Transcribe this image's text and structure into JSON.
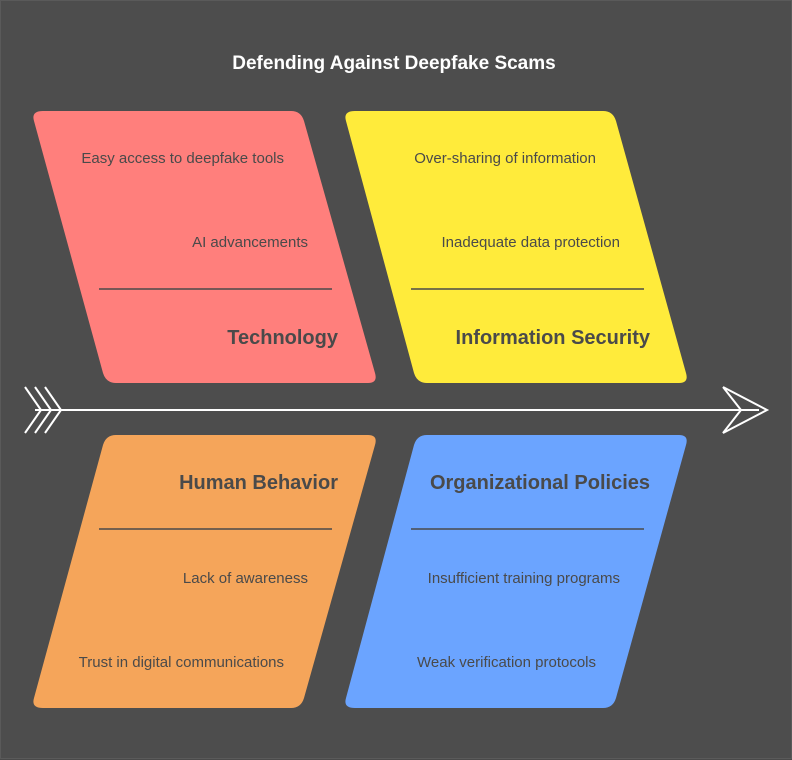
{
  "title": "Defending Against Deepfake Scams",
  "categories": [
    {
      "label": "Technology",
      "color": "#ff7f7c",
      "causes": [
        "Easy access to deepfake tools",
        "AI advancements"
      ]
    },
    {
      "label": "Information Security",
      "color": "#ffeb3b",
      "causes": [
        "Over-sharing of information",
        "Inadequate data protection"
      ]
    },
    {
      "label": "Human Behavior",
      "color": "#f5a55a",
      "causes": [
        "Lack of awareness",
        "Trust in digital communications"
      ]
    },
    {
      "label": "Organizational Policies",
      "color": "#6ba4ff",
      "causes": [
        "Insufficient training programs",
        "Weak verification protocols"
      ]
    }
  ],
  "colors": {
    "background": "#4d4d4d",
    "spine": "#ffffff",
    "text": "#4a4a4a",
    "title": "#ffffff"
  }
}
